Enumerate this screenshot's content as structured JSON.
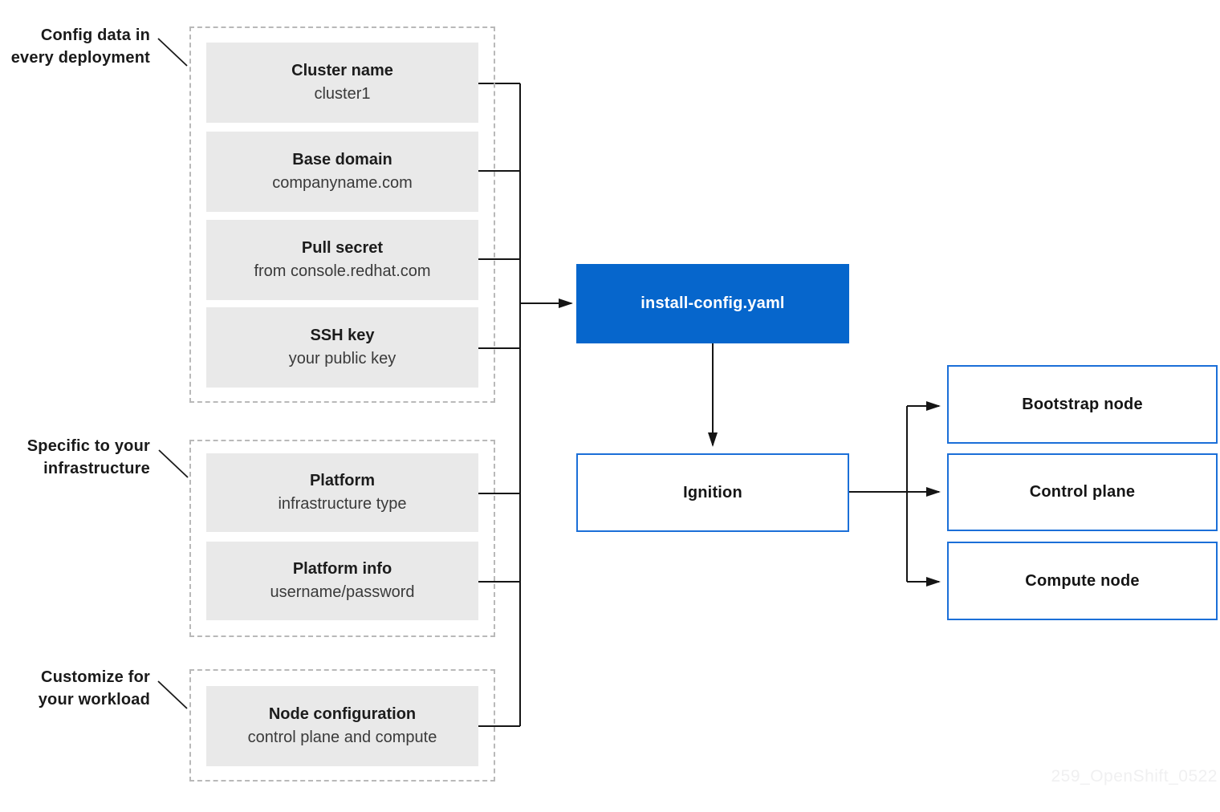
{
  "groups": [
    {
      "label_line1": "Config data in",
      "label_line2": "every deployment",
      "items": [
        {
          "title": "Cluster name",
          "subtitle": "cluster1"
        },
        {
          "title": "Base domain",
          "subtitle": "companyname.com"
        },
        {
          "title": "Pull secret",
          "subtitle": "from console.redhat.com"
        },
        {
          "title": "SSH key",
          "subtitle": "your public key"
        }
      ]
    },
    {
      "label_line1": "Specific to your",
      "label_line2": "infrastructure",
      "items": [
        {
          "title": "Platform",
          "subtitle": "infrastructure type"
        },
        {
          "title": "Platform info",
          "subtitle": "username/password"
        }
      ]
    },
    {
      "label_line1": "Customize for",
      "label_line2": "your workload",
      "items": [
        {
          "title": "Node configuration",
          "subtitle": "control plane and compute"
        }
      ]
    }
  ],
  "flow": {
    "install_config": "install-config.yaml",
    "ignition": "Ignition",
    "outputs": [
      {
        "label": "Bootstrap node"
      },
      {
        "label": "Control plane"
      },
      {
        "label": "Compute node"
      }
    ]
  },
  "watermark": "259_OpenShift_0522",
  "colors": {
    "accent_blue_fill": "#0666cc",
    "outline_blue": "#1b6fd8",
    "box_gray": "#e9e9e9",
    "dashed_border_gray": "#b9b9b9",
    "connector_black": "#151515",
    "watermark_gray": "#f0f0f1"
  }
}
